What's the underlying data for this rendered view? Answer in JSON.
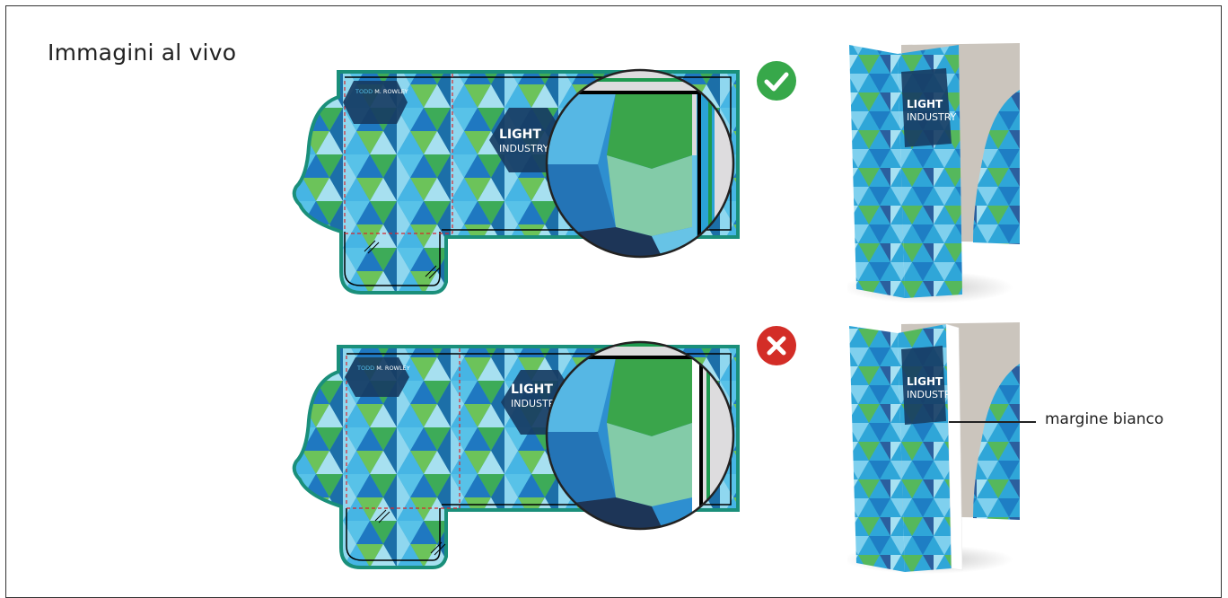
{
  "title": "Immagini al vivo",
  "folder_text": {
    "logo_line1": "LIGHT",
    "logo_line2": "INDUSTRY",
    "card_name_first": "TODD",
    "card_name_last": "M. ROWLEY"
  },
  "status": {
    "correct": "check-icon",
    "wrong": "cross-icon"
  },
  "callout": {
    "label": "margine bianco"
  },
  "colors": {
    "check": "#37a84a",
    "cross": "#d32d27",
    "green_border": "#1e9a4f",
    "cut_line": "#000000",
    "fold_line": "#d9242b",
    "grey_stock": "#cbc5bd"
  }
}
